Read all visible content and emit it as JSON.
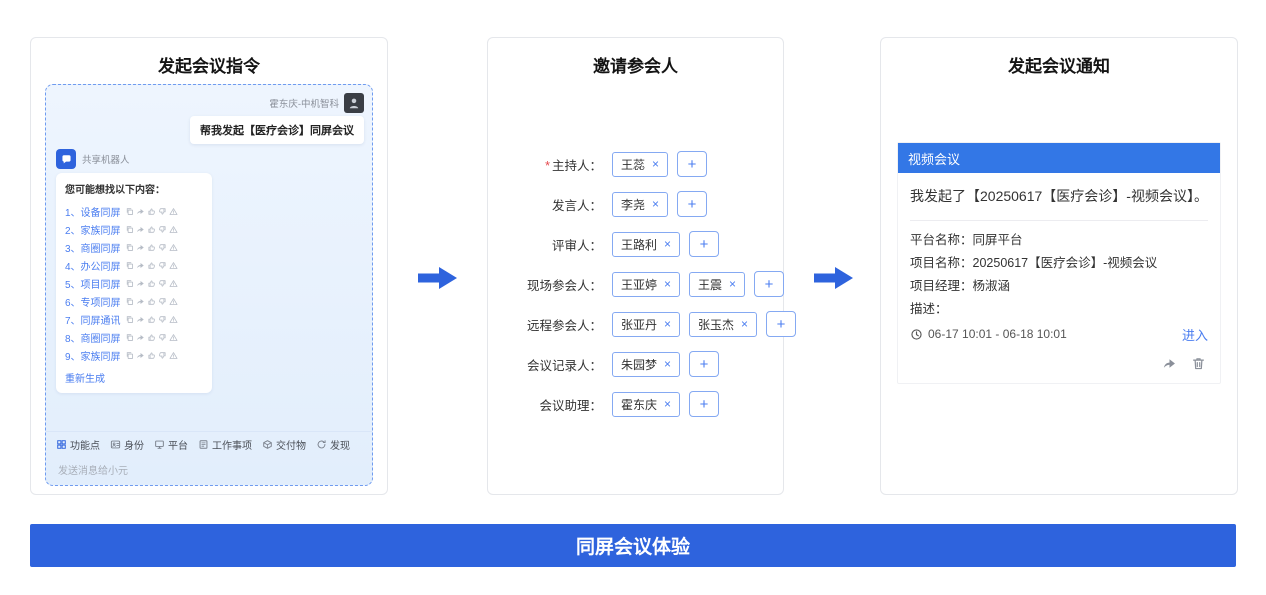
{
  "colors": {
    "accent": "#2e63dd",
    "header": "#3377e6",
    "link": "#4a7df0",
    "tag_border": "#85a9f2",
    "danger": "#e5484d"
  },
  "banner": {
    "label": "同屏会议体验"
  },
  "panel1": {
    "title": "发起会议指令",
    "user": {
      "name": "霍东庆-中机智科",
      "message": "帮我发起【医疗会诊】同屏会议"
    },
    "bot": {
      "name": "共享机器人",
      "prompt": "您可能想找以下内容：",
      "suggestions": [
        "1、设备同屏",
        "2、家族同屏",
        "3、商圈同屏",
        "4、办公同屏",
        "5、项目同屏",
        "6、专项同屏",
        "7、同屏通讯",
        "8、商圈同屏",
        "9、家族同屏"
      ],
      "regenerate_label": "重新生成"
    },
    "toolbar": {
      "items": [
        "功能点",
        "身份",
        "平台",
        "工作事项",
        "交付物",
        "发现"
      ]
    },
    "input_placeholder": "发送消息给小元"
  },
  "panel2": {
    "title": "邀请参会人",
    "required_marker": "*",
    "rows": [
      {
        "label": "主持人：",
        "tags": [
          "王蕊"
        ]
      },
      {
        "label": "发言人：",
        "tags": [
          "李尧"
        ]
      },
      {
        "label": "评审人：",
        "tags": [
          "王路利"
        ]
      },
      {
        "label": "现场参会人：",
        "tags": [
          "王亚婷",
          "王震"
        ]
      },
      {
        "label": "远程参会人：",
        "tags": [
          "张亚丹",
          "张玉杰"
        ]
      },
      {
        "label": "会议记录人：",
        "tags": [
          "朱园梦"
        ]
      },
      {
        "label": "会议助理：",
        "tags": [
          "霍东庆"
        ]
      }
    ]
  },
  "panel3": {
    "title": "发起会议通知",
    "card": {
      "header": "视频会议",
      "message": "我发起了【20250617【医疗会诊】-视频会议】。",
      "fields": [
        {
          "label": "平台名称：",
          "value": "同屏平台"
        },
        {
          "label": "项目名称：",
          "value": "20250617【医疗会诊】-视频会议"
        },
        {
          "label": "项目经理：",
          "value": "杨淑涵"
        },
        {
          "label": "描述：",
          "value": ""
        }
      ],
      "time_range": "06-17 10:01 - 06-18 10:01",
      "enter_label": "进入"
    }
  },
  "icons": {
    "close": "×",
    "plus": "+"
  }
}
